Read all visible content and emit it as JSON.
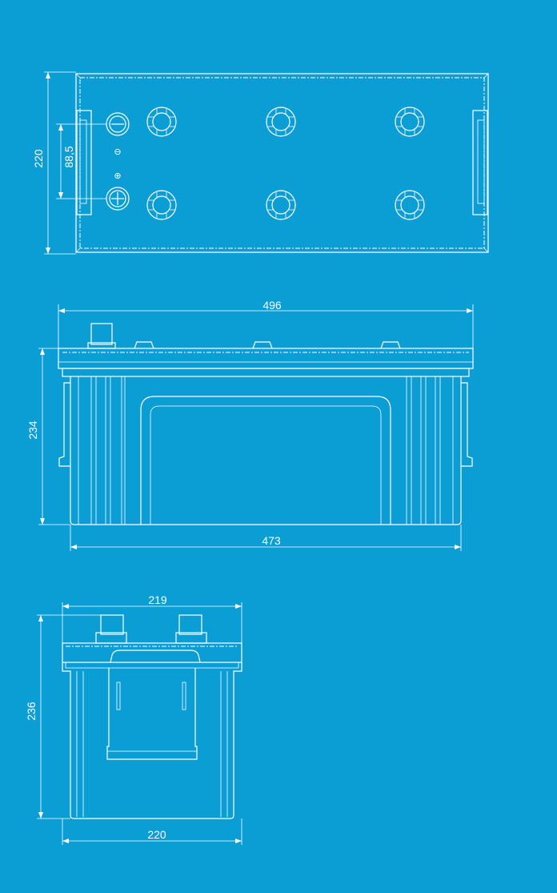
{
  "colors": {
    "background": "#0b9ed5",
    "line": "#ffffff"
  },
  "top_view": {
    "dim_width_label": "220",
    "dim_terminal_spacing_label": "88,5",
    "minus_symbol": "⊖",
    "plus_symbol": "⊕"
  },
  "front_view": {
    "dim_total_length_label": "496",
    "dim_base_length_label": "473",
    "dim_height_label": "234"
  },
  "side_view": {
    "dim_top_width_label": "219",
    "dim_base_width_label": "220",
    "dim_height_label": "236"
  }
}
